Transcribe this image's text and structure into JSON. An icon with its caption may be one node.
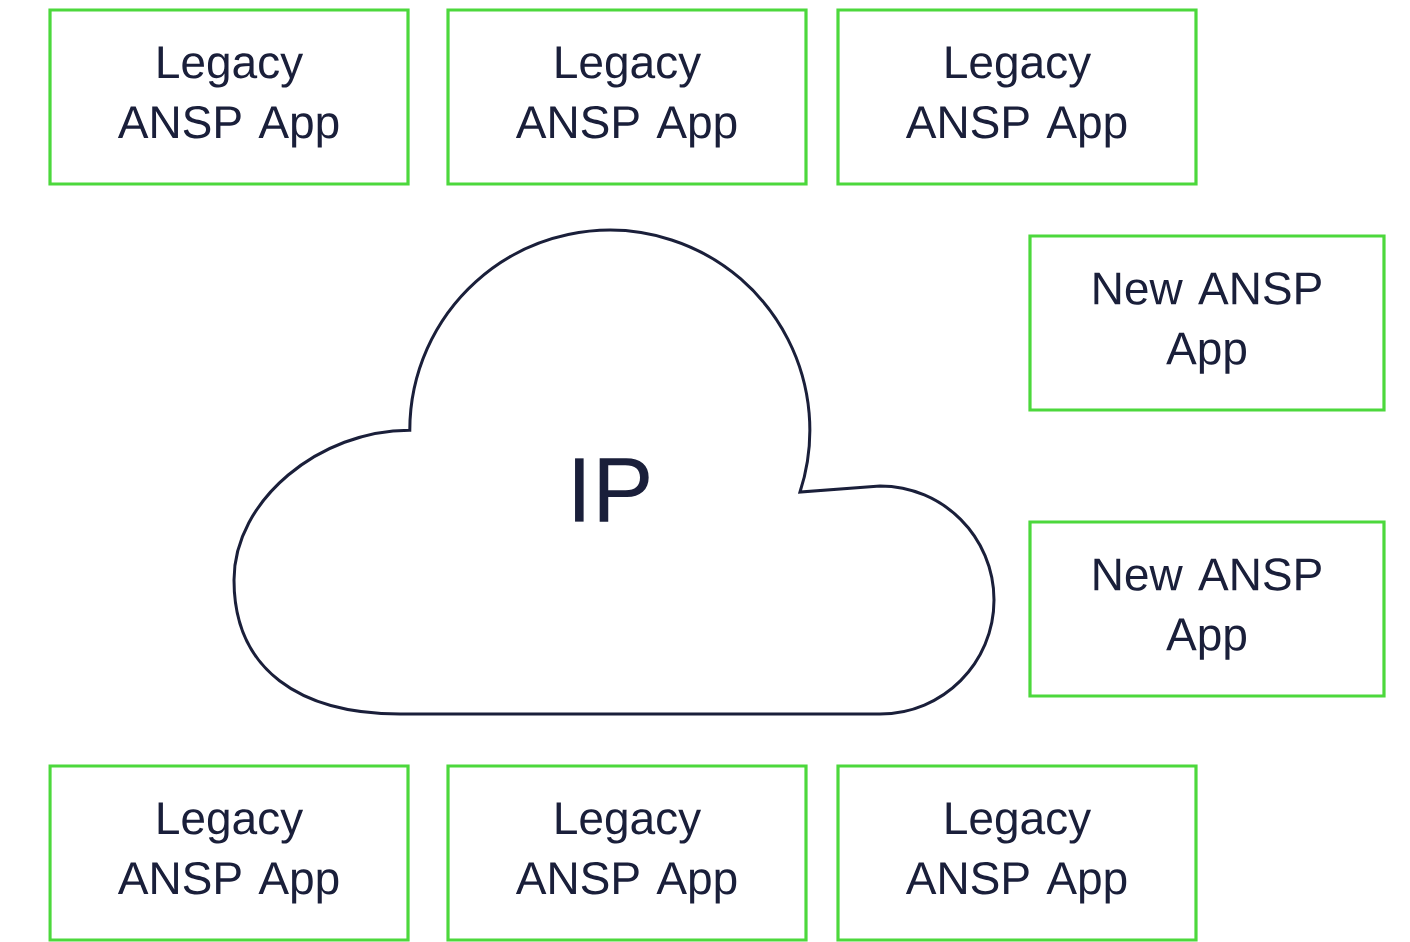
{
  "diagram": {
    "nodes": [
      {
        "text": [
          "Legacy ANSP App"
        ]
      },
      {
        "text": [
          "Legacy ANSP App"
        ]
      },
      {
        "text": [
          "Legacy ANSP App"
        ]
      },
      {
        "text": [
          "New ANSP App"
        ]
      },
      {
        "text": [
          "IP"
        ]
      },
      {
        "text": [
          "New ANSP App"
        ]
      },
      {
        "text": [
          "Legacy ANSP App"
        ]
      },
      {
        "text": [
          "Legacy ANSP App"
        ]
      },
      {
        "text": [
          "Legacy ANSP App"
        ]
      }
    ]
  }
}
